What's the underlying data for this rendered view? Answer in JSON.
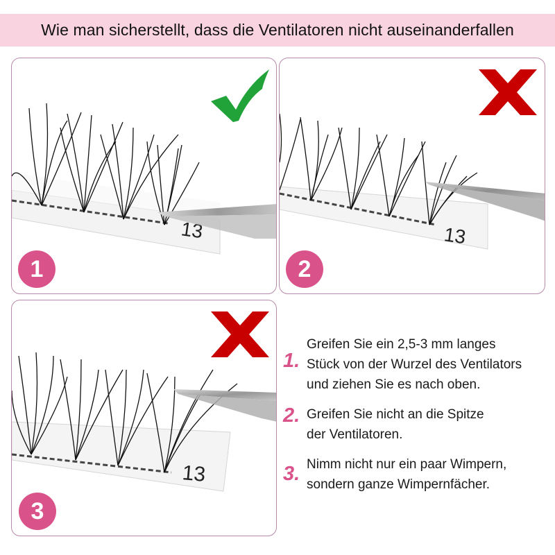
{
  "header": {
    "title": "Wie man sicherstellt, dass die Ventilatoren nicht auseinanderfallen",
    "background": "#f9d4e0"
  },
  "panels": [
    {
      "step": "1",
      "mark": "check-icon",
      "mark_color": "#22a33a",
      "strip_label": "13",
      "verdict": "correct"
    },
    {
      "step": "2",
      "mark": "cross-icon",
      "mark_color": "#c80000",
      "strip_label": "13",
      "verdict": "wrong"
    },
    {
      "step": "3",
      "mark": "cross-icon",
      "mark_color": "#c80000",
      "strip_label": "13",
      "verdict": "wrong"
    }
  ],
  "tips": [
    {
      "num": "1.",
      "lines": [
        "Greifen Sie ein 2,5-3 mm langes",
        "Stück von der Wurzel des Ventilators",
        "und ziehen Sie es nach oben."
      ]
    },
    {
      "num": "2.",
      "lines": [
        "Greifen Sie nicht an die Spitze",
        "der Ventilatoren."
      ]
    },
    {
      "num": "3.",
      "lines": [
        "Nimm nicht nur ein paar Wimpern,",
        "sondern ganze Wimpernfächer."
      ]
    }
  ],
  "colors": {
    "accent_pink": "#d9538a",
    "panel_border": "#b98aab",
    "check_green": "#22a33a",
    "cross_red": "#c80000"
  }
}
